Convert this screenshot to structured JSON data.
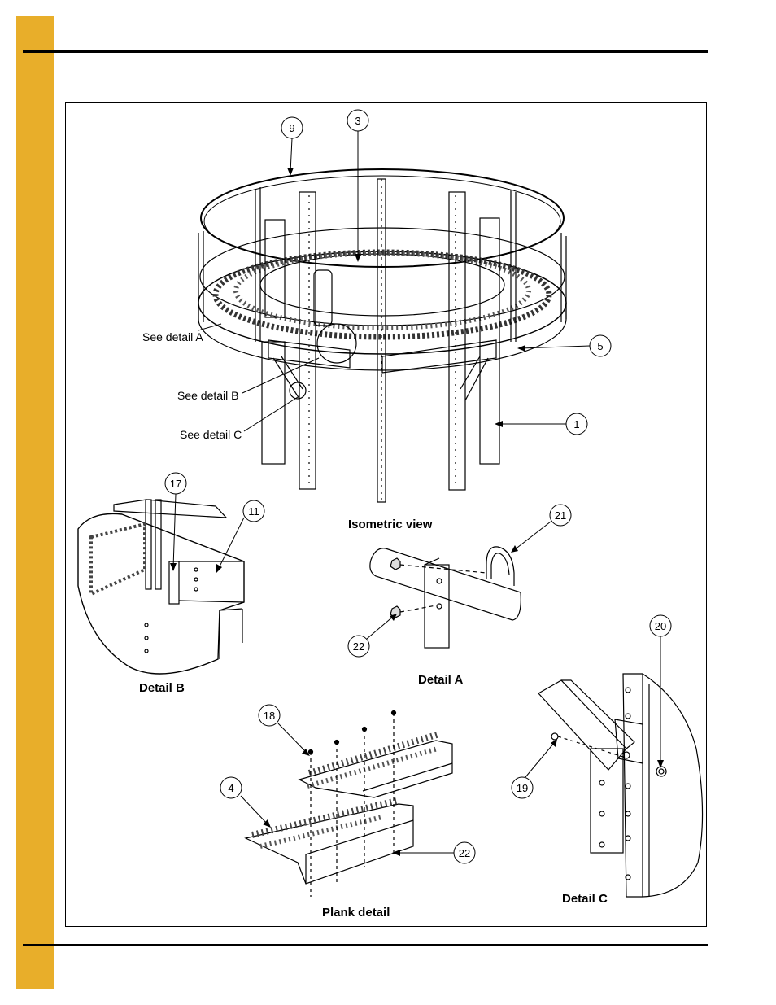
{
  "callouts": [
    {
      "id": "c9",
      "text": "9"
    },
    {
      "id": "c3",
      "text": "3"
    },
    {
      "id": "c5",
      "text": "5"
    },
    {
      "id": "c1",
      "text": "1"
    },
    {
      "id": "c17",
      "text": "17"
    },
    {
      "id": "c11",
      "text": "11"
    },
    {
      "id": "c21",
      "text": "21"
    },
    {
      "id": "c22a",
      "text": "22"
    },
    {
      "id": "c20",
      "text": "20"
    },
    {
      "id": "c18",
      "text": "18"
    },
    {
      "id": "c4",
      "text": "4"
    },
    {
      "id": "c19",
      "text": "19"
    },
    {
      "id": "c22b",
      "text": "22"
    }
  ],
  "detail_refs": {
    "a": "See detail A",
    "b": "See detail B",
    "c": "See detail C"
  },
  "captions": {
    "isometric": "Isometric view",
    "detail_a": "Detail A",
    "detail_b": "Detail B",
    "detail_c": "Detail C",
    "plank": "Plank detail"
  },
  "colors": {
    "side_tab": "#e8ae2a",
    "line": "#000000"
  }
}
